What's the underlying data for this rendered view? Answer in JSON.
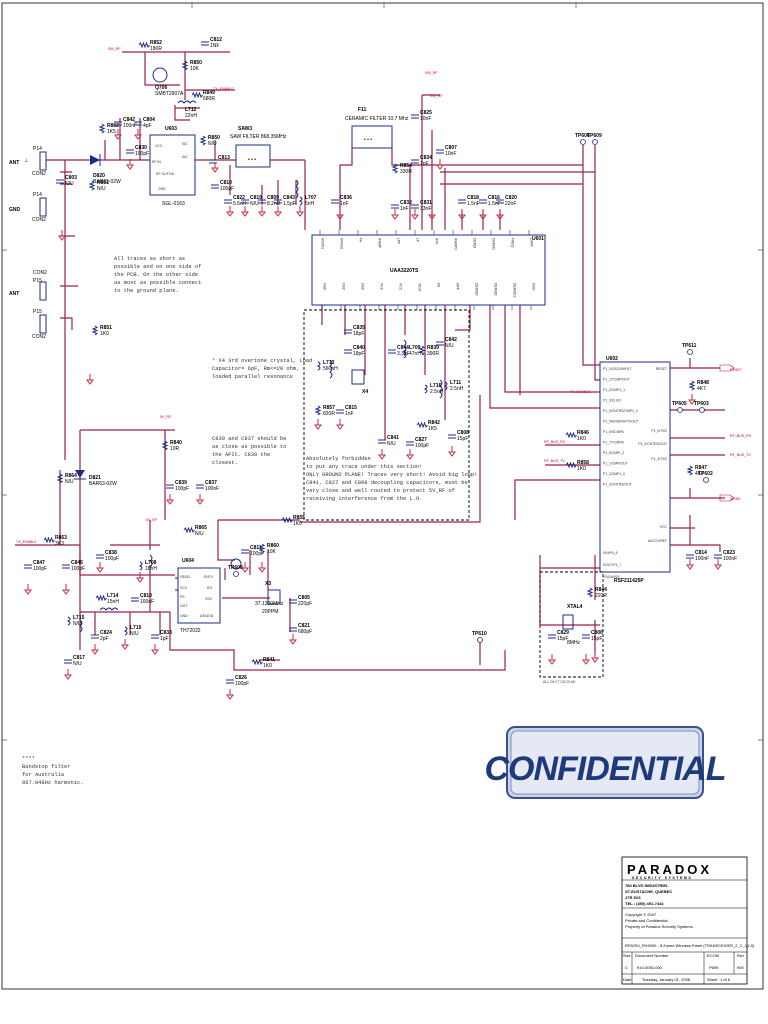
{
  "connectors": [
    {
      "ref": "P14",
      "part": "CON2",
      "label": "ANT"
    },
    {
      "ref": "P14",
      "part": "CON2",
      "label": "GND"
    },
    {
      "ref": "P15",
      "part": "CON2",
      "label": "ANT"
    },
    {
      "ref": "P15",
      "part": "CON2",
      "label": ""
    }
  ],
  "ics": {
    "u601": {
      "ref": "U601",
      "part": "UAA3220TS",
      "top_pins": [
        "MIXIN1",
        "MIXIN2",
        "FA",
        "IFAMP",
        "LPF",
        "LF",
        "IFIN",
        "IFAMP2",
        "DEMO",
        "DEMO2",
        "FREQ",
        "DATA"
      ],
      "bottom_pins": [
        "OSC",
        "OSC",
        "OSC",
        "VCC",
        "VCC",
        "TEST",
        "FA",
        "OFF",
        "DEMOD",
        "DEMOD",
        "DEMOD2",
        "GND"
      ]
    },
    "u602": {
      "ref": "U602",
      "part": "RSF211425P",
      "left_pins": [
        "P1_0/OSCI/INPUT",
        "P1_1/TCMP/OUT",
        "P1_2/CMP1_1",
        "P1_3/CLED",
        "P1_4/CNTRS/CMP1_0",
        "P1_5/ENDATA/TX/OUT",
        "P1_6/SCMPA",
        "P1_7/TCMPB",
        "P1_8/CMPI_2",
        "P1_1/CMP/OUT",
        "P1_2/CMP1_0",
        "P1_3/CNTRS/OUT",
        "XIN/P4_6",
        "XOUT/P4_7",
        "VSS/AVSS"
      ],
      "right_pins": [
        "RESET",
        "P1_0/TXD",
        "P1_2/CNTRS/OUT",
        "P1_3/TXD",
        "VCC",
        "AVCC/VREF"
      ]
    },
    "u603": {
      "ref": "U603",
      "part": "SGL-0163",
      "pins": [
        "VCC",
        "RF OUT/VA",
        "N/C",
        "RF IN",
        "GND",
        "N/C"
      ]
    },
    "u604": {
      "ref": "U604",
      "part": "TH72032",
      "pins": [
        "FBSEL",
        "VCC",
        "PS",
        "OUT",
        "GND",
        "ENTX",
        "RO",
        "VSS",
        "ASKDTA"
      ]
    }
  },
  "labels": {
    "sw_rf": "SW_RF",
    "sw_rf2": "5V_RF",
    "tx_enable": "TX_ENABLE",
    "tx_enable2": "TX_ENABLE",
    "rf_rx": "TX_ENABLE",
    "rf_bus_rx": "RF_BUS_RX",
    "rf_bus_tx": "RF_BUS_TX",
    "reset": "RESET",
    "mode": "MODE",
    "rf_bus_rx2": "RF_BUS_RX",
    "rf_bus_tx2": "RF_BUS_TX"
  },
  "blocks": {
    "saw": {
      "ref": "SAW3",
      "part": "SAW FILTER 868.35MHz"
    },
    "ceramic": {
      "ref": "F11",
      "part": "CERAMIC FILTER 10.7 Mhz"
    },
    "xtal4": {
      "ref": "XTAL4",
      "part": "8MHz"
    },
    "x3": {
      "ref": "X3",
      "part": "37.1300MHz",
      "sub": "20PPM"
    },
    "x4": {
      "ref": "X4",
      "part": ""
    }
  },
  "parts": [
    {
      "ref": "R852",
      "val": "180R"
    },
    {
      "ref": "C812",
      "val": "1NF"
    },
    {
      "ref": "R850",
      "val": "10K"
    },
    {
      "ref": "Q706",
      "val": "SMBT2907A"
    },
    {
      "ref": "R849",
      "val": "680R"
    },
    {
      "ref": "L712",
      "val": "22nH"
    },
    {
      "ref": "C842",
      "val": "100nF"
    },
    {
      "ref": "C804",
      "val": "4pF"
    },
    {
      "ref": "C830",
      "val": "100pF"
    },
    {
      "ref": "R862",
      "val": "1K5"
    },
    {
      "ref": "D820",
      "val": "BAR63-02W"
    },
    {
      "ref": "R861",
      "val": "N/U"
    },
    {
      "ref": "C803",
      "val": "N/U"
    },
    {
      "ref": "R850",
      "val": "N/U"
    },
    {
      "ref": "C813",
      "val": ""
    },
    {
      "ref": "C810",
      "val": "100pF"
    },
    {
      "ref": "C822",
      "val": "5.6nH"
    },
    {
      "ref": "C819",
      "val": "N/U"
    },
    {
      "ref": "C809",
      "val": "8.2nH"
    },
    {
      "ref": "C843",
      "val": "1.5pF"
    },
    {
      "ref": "L707",
      "val": "5nH"
    },
    {
      "ref": "C836",
      "val": "1nF"
    },
    {
      "ref": "C825",
      "val": "10nF"
    },
    {
      "ref": "R854",
      "val": "330R"
    },
    {
      "ref": "C834",
      "val": "1nF"
    },
    {
      "ref": "C832",
      "val": "1nF"
    },
    {
      "ref": "C831",
      "val": "33nF"
    },
    {
      "ref": "C807",
      "val": "10nF"
    },
    {
      "ref": "C818",
      "val": "1.5nF"
    },
    {
      "ref": "C816",
      "val": "1.5nF"
    },
    {
      "ref": "C820",
      "val": "22nF"
    },
    {
      "ref": "R851",
      "val": "1K0"
    },
    {
      "ref": "L713",
      "val": "560nH"
    },
    {
      "ref": "C840",
      "val": "18pF"
    },
    {
      "ref": "C835",
      "val": "18pF"
    },
    {
      "ref": "C844",
      "val": "3.3pF"
    },
    {
      "ref": "L709",
      "val": "47nH"
    },
    {
      "ref": "R839",
      "val": "390R"
    },
    {
      "ref": "C842",
      "val": "N/U"
    },
    {
      "ref": "L711",
      "val": "2.5nH"
    },
    {
      "ref": "L716",
      "val": "2.5nH"
    },
    {
      "ref": "R857",
      "val": "820R"
    },
    {
      "ref": "C815",
      "val": "1nF"
    },
    {
      "ref": "C841",
      "val": "N/U"
    },
    {
      "ref": "C827",
      "val": "100pF"
    },
    {
      "ref": "R842",
      "val": "1K5"
    },
    {
      "ref": "C808",
      "val": "15pF"
    },
    {
      "ref": "R864",
      "val": "N/U"
    },
    {
      "ref": "D821",
      "val": "BAR63-02W"
    },
    {
      "ref": "R840",
      "val": "10R"
    },
    {
      "ref": "C839",
      "val": "100pF"
    },
    {
      "ref": "C837",
      "val": "100nF"
    },
    {
      "ref": "R863",
      "val": "3K3"
    },
    {
      "ref": "C847",
      "val": "100pF"
    },
    {
      "ref": "C846",
      "val": "100pF"
    },
    {
      "ref": "C838",
      "val": "100pF"
    },
    {
      "ref": "L708",
      "val": "18nH"
    },
    {
      "ref": "R865",
      "val": "N/U"
    },
    {
      "ref": "C811",
      "val": "100pF"
    },
    {
      "ref": "R860",
      "val": "10K"
    },
    {
      "ref": "R855",
      "val": "1K0"
    },
    {
      "ref": "L714",
      "val": "15nH"
    },
    {
      "ref": "C810",
      "val": "100nF"
    },
    {
      "ref": "L715",
      "val": "N/U"
    },
    {
      "ref": "C824",
      "val": "2pF"
    },
    {
      "ref": "L710",
      "val": "N/U"
    },
    {
      "ref": "C833",
      "val": "1pF"
    },
    {
      "ref": "C817",
      "val": "N/U"
    },
    {
      "ref": "C805",
      "val": "220pF"
    },
    {
      "ref": "C821",
      "val": "680pF"
    },
    {
      "ref": "R841",
      "val": "1K0"
    },
    {
      "ref": "C826",
      "val": "100pF"
    },
    {
      "ref": "R848",
      "val": "4K7"
    },
    {
      "ref": "R846",
      "val": "1K0"
    },
    {
      "ref": "R858",
      "val": "1K0"
    },
    {
      "ref": "R847",
      "val": "4K7"
    },
    {
      "ref": "C814",
      "val": "100nF"
    },
    {
      "ref": "C823",
      "val": "100nF"
    },
    {
      "ref": "R844",
      "val": "220R"
    },
    {
      "ref": "C829",
      "val": "15pF"
    },
    {
      "ref": "C806",
      "val": "15pF"
    }
  ],
  "testpoints": [
    "TP606",
    "TP609",
    "TP611",
    "TP605",
    "TP603",
    "TP602",
    "TP608",
    "TP610"
  ],
  "notes": {
    "traces": [
      "All traces as short as",
      "possible and on one side of",
      "the PCB. On the other side",
      "as most as possible connect",
      "to the ground plane."
    ],
    "crystal": [
      "* X4 3rd overtone crystal, Load",
      "Capacitor= 6pF, Rm<=20 ohm,",
      "loaded parallel resonance"
    ],
    "afc": [
      "C839 and C837 should be",
      "as close as possible to",
      "the AFIC. C839 the",
      "closest."
    ],
    "forbidden": [
      "Absolutely forbidden",
      "to put any trace under this section!",
      "ONLY GROUND PLANE! Traces very short! Avoid big loop!",
      "C841, C827 and C808 decoupling capacitors, must be",
      "very close and well routed to protect 5V_RF of",
      "receiving interference from the L.O."
    ],
    "bandstop": [
      "****",
      "Bandstop filter",
      "for Australia",
      "867.848Hz harmonic."
    ],
    "xtal_box": "ALL C6 C7 C8 C9 AD"
  },
  "stamp": "CONFIDENTIAL",
  "title_block": {
    "logo": "PARADOX",
    "logo_sub": "SECURITY SYSTEMS",
    "address": [
      "780 BLVD INDUSTRIEL",
      "ST-EUSTACHE, QUEBEC",
      "J7R 5V3",
      "TEL.: (450) 491-7444"
    ],
    "copyright": [
      "Copyright ©  2007",
      "Private and Confidential.",
      "Property of Paradox Security Systems."
    ],
    "title": "RF62S0_RX6000 - 8 Zones Wireless Panel (TRANSCEIVER_2_C_V1.0)",
    "size_label": "Size",
    "size": "C",
    "docnum_label": "Document Number",
    "docnum": "910-0050-000",
    "ecom_label": "ECOM",
    "ecom": "P699",
    "rev_label": "Rev",
    "rev": "900",
    "date_label": "Date",
    "date": "Tuesday, January 01, 2008",
    "sheet_label": "Sheet",
    "sheet": "1 of 6"
  }
}
